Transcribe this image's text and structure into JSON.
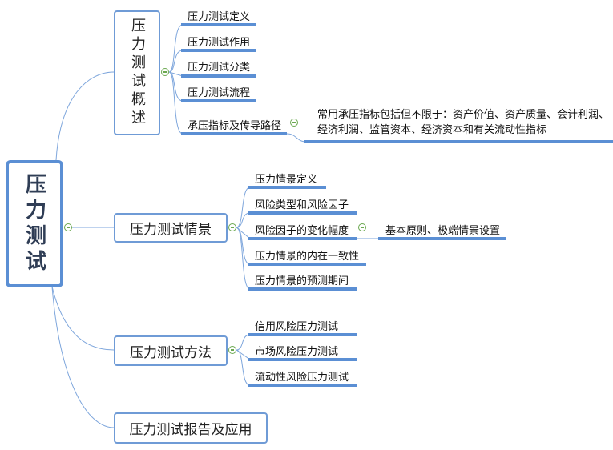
{
  "root": {
    "label": "压力测试"
  },
  "branches": [
    {
      "label": "压力测试概述",
      "children": [
        "压力测试定义",
        "压力测试作用",
        "压力测试分类",
        "压力测试流程",
        "承压指标及传导路径"
      ],
      "note": "常用承压指标包括但不限于：资产价值、资产质量、会计利润、经济利润、监管资本、经济资本和有关流动性指标"
    },
    {
      "label": "压力测试情景",
      "children": [
        "压力情景定义",
        "风险类型和风险因子",
        "风险因子的变化幅度",
        "压力情景的内在一致性",
        "压力情景的预测期间"
      ],
      "sub": "基本原则、极端情景设置"
    },
    {
      "label": "压力测试方法",
      "children": [
        "信用风险压力测试",
        "市场风险压力测试",
        "流动性风险压力测试"
      ]
    },
    {
      "label": "压力测试报告及应用"
    }
  ],
  "colors": {
    "line": "#5b8fd4",
    "collapse": "#6aa84f"
  }
}
